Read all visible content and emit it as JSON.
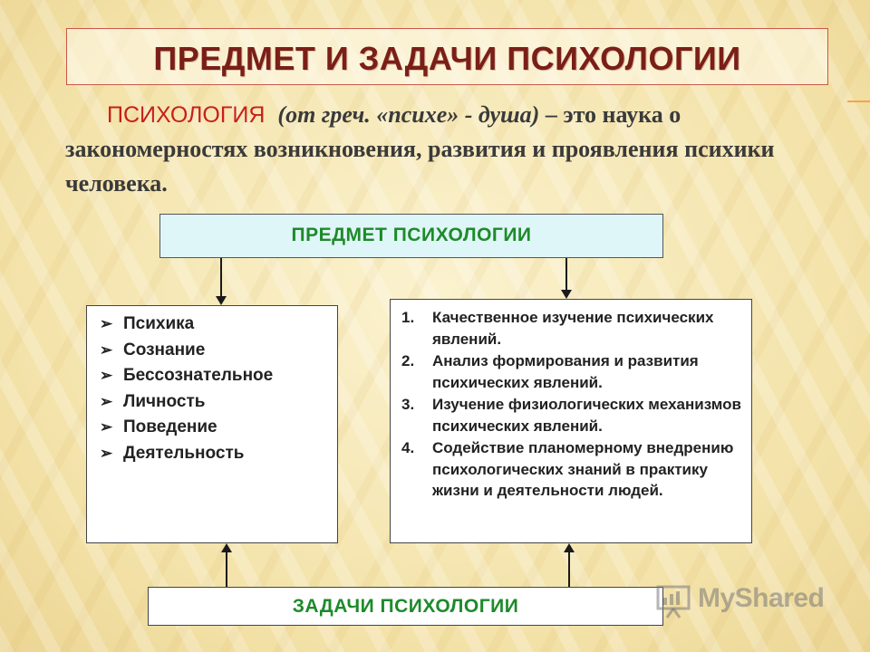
{
  "title": "ПРЕДМЕТ  И ЗАДАЧИ ПСИХОЛОГИИ",
  "definition": {
    "term": "ПСИХОЛОГИЯ",
    "etymology": "(от греч. «психе» - душа)",
    "text": " – это наука о закономерностях возникновения, развития и проявления психики человека."
  },
  "subject_box": {
    "label": "ПРЕДМЕТ  ПСИХОЛОГИИ"
  },
  "subject_items": [
    {
      "marker": "➢",
      "text": "Психика"
    },
    {
      "marker": "➢",
      "text": "Сознание"
    },
    {
      "marker": "➢",
      "text": "Бессознательное"
    },
    {
      "marker": "➢",
      "text": "Личность"
    },
    {
      "marker": "➢",
      "text": "Поведение"
    },
    {
      "marker": "➢",
      "text": "Деятельность"
    }
  ],
  "task_items": [
    {
      "num": "1.",
      "text": "Качественное изучение психических явлений."
    },
    {
      "num": "2.",
      "text": "Анализ формирования и развития психических явлений."
    },
    {
      "num": "3.",
      "text": "Изучение физиологических механизмов психических явлений."
    },
    {
      "num": "4.",
      "text": "Содействие планомерному внедрению психологических знаний в практику жизни и деятельности людей."
    }
  ],
  "tasks_box": {
    "label": "ЗАДАЧИ  ПСИХОЛОГИИ"
  },
  "watermark": {
    "text": "MyShared"
  },
  "colors": {
    "title": "#7a1f17",
    "term": "#c8201a",
    "box_title": "#1e8a2a",
    "subject_fill": "#dff6f8"
  }
}
